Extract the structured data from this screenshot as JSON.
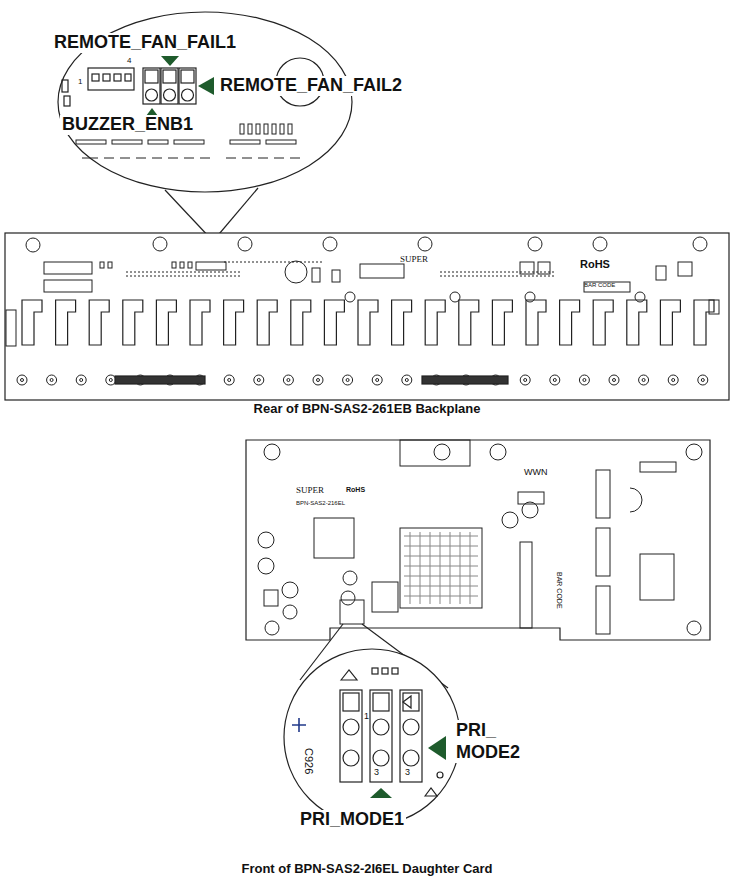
{
  "diagram": {
    "labels": [
      "REMOTE_FAN_FAIL1",
      "REMOTE_FAN_FAIL2",
      "BUZZER_ENB1",
      "1",
      "4",
      "Rear of BPN-SAS2-261EB Backplane",
      "SUPER",
      "RoHS",
      "BAR CODE",
      "SUPER",
      "RoHS",
      "BPN-SAS2-216EL",
      "WWN",
      "BAR CODE",
      "C926",
      "1",
      "3",
      "3",
      "PRI_ MODE2",
      "PRI_MODE1",
      "Front of BPN-SAS2-2I6EL Daughter Card"
    ]
  }
}
